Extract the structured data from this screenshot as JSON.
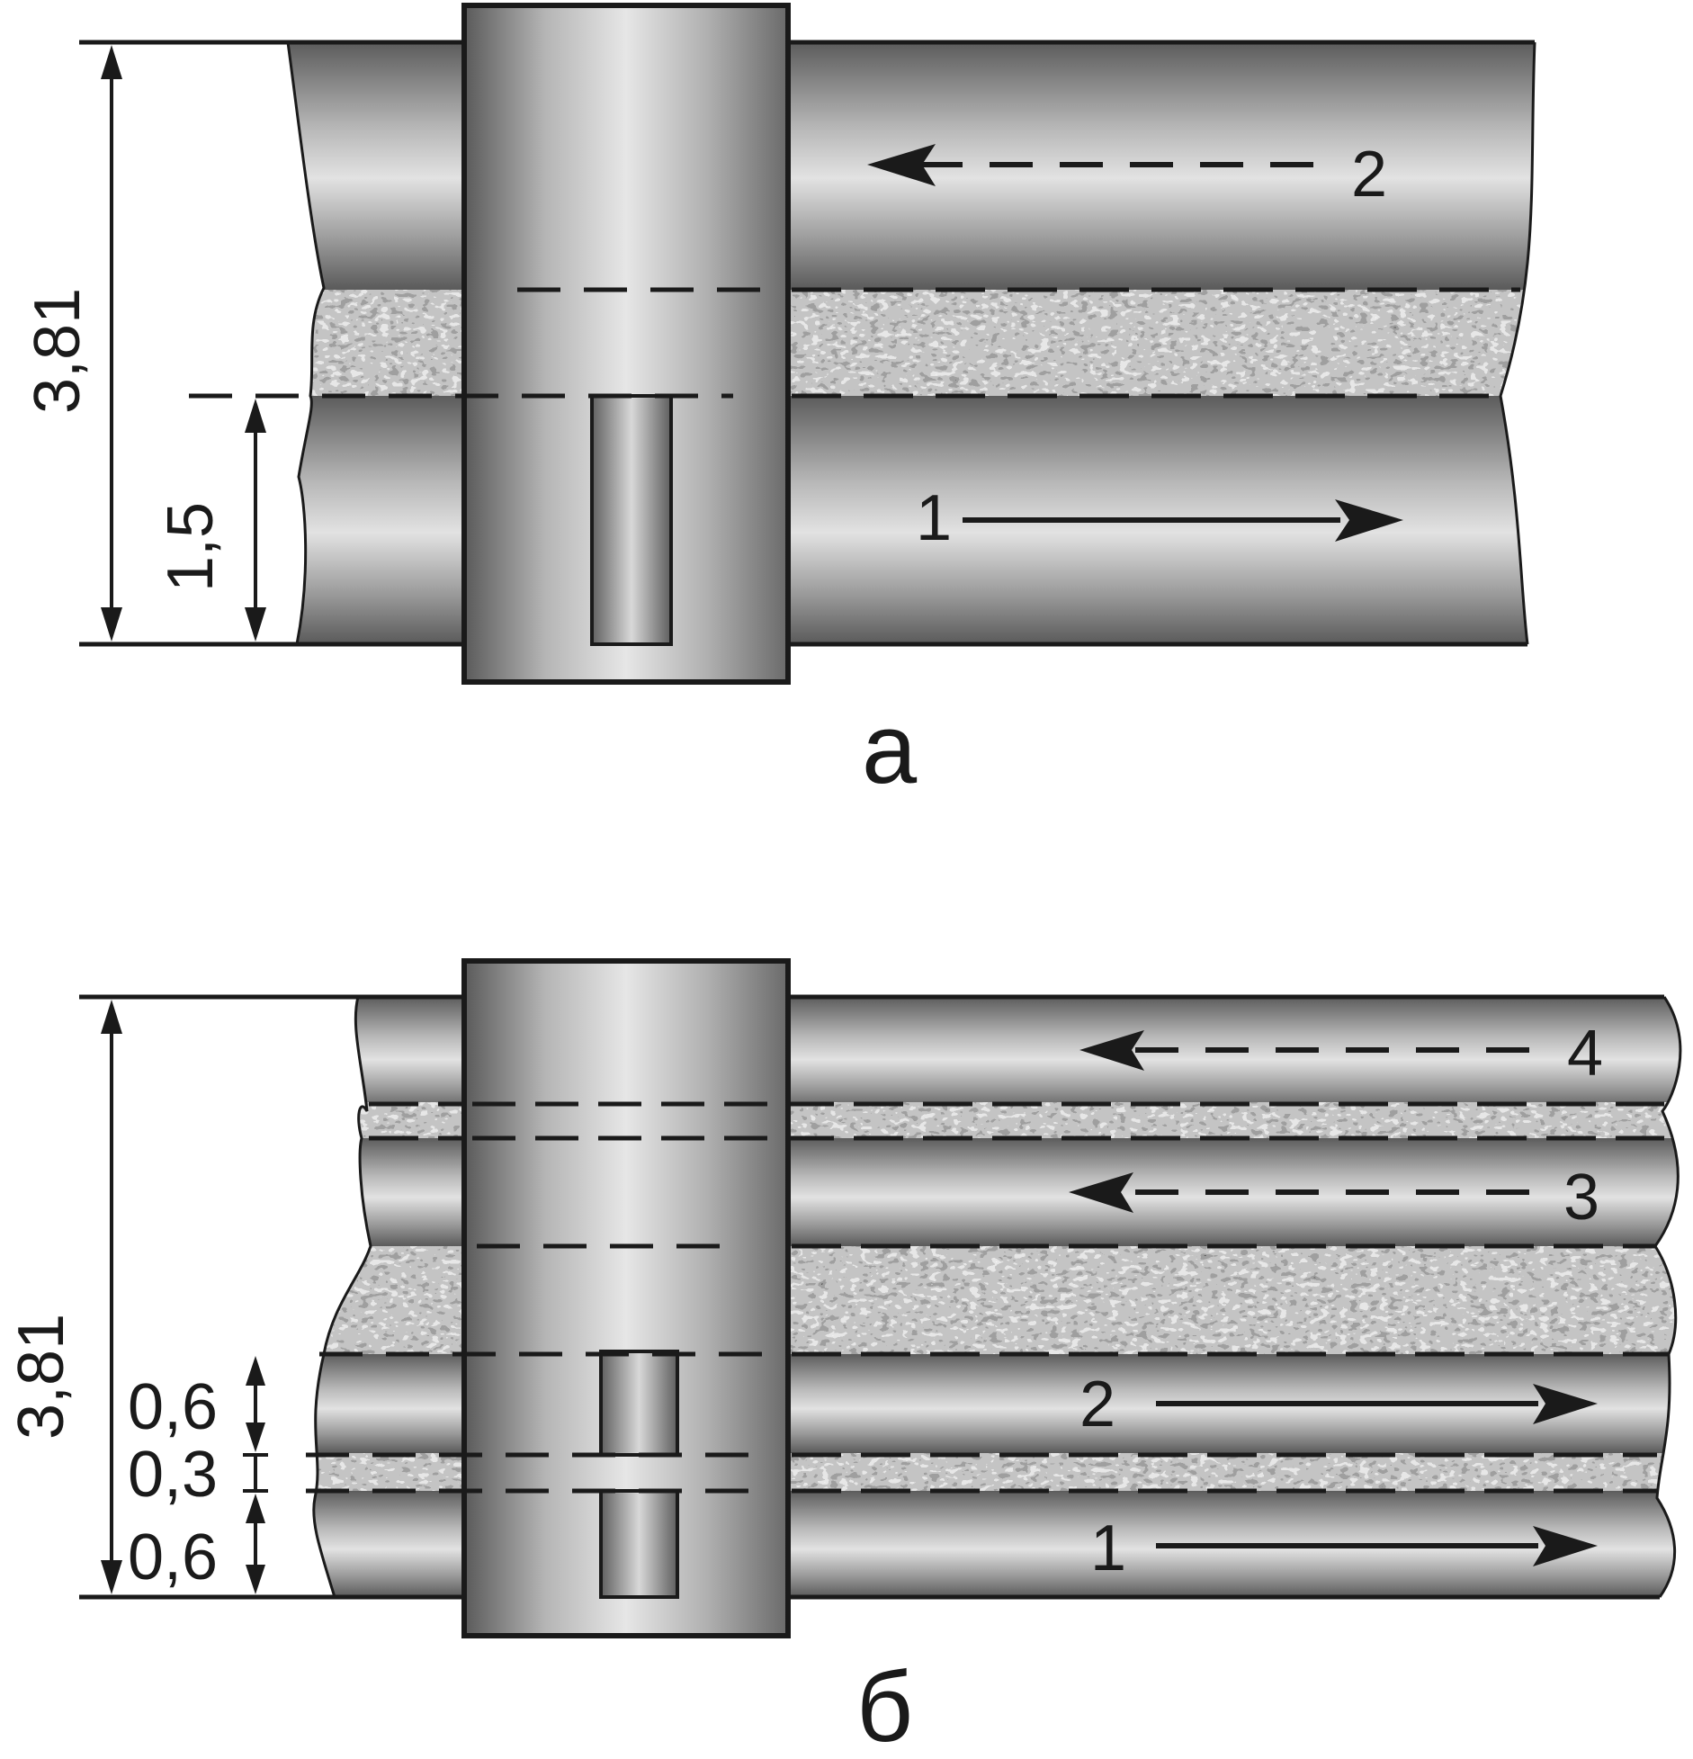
{
  "figure_a": {
    "caption": "а",
    "total_width_label": "3,81",
    "track_width_label": "1,5",
    "track_labels": [
      "1",
      "2"
    ]
  },
  "figure_b": {
    "caption": "б",
    "total_width_label": "3,81",
    "track_width_label_upper": "0,6",
    "guard_band_label": "0,3",
    "track_width_label_lower": "0,6",
    "track_labels": [
      "1",
      "2",
      "3",
      "4"
    ]
  },
  "colors": {
    "outline": "#1a1a1a",
    "tape_grey": "#8c8c8c",
    "head_grey": "#d9d9d9"
  }
}
